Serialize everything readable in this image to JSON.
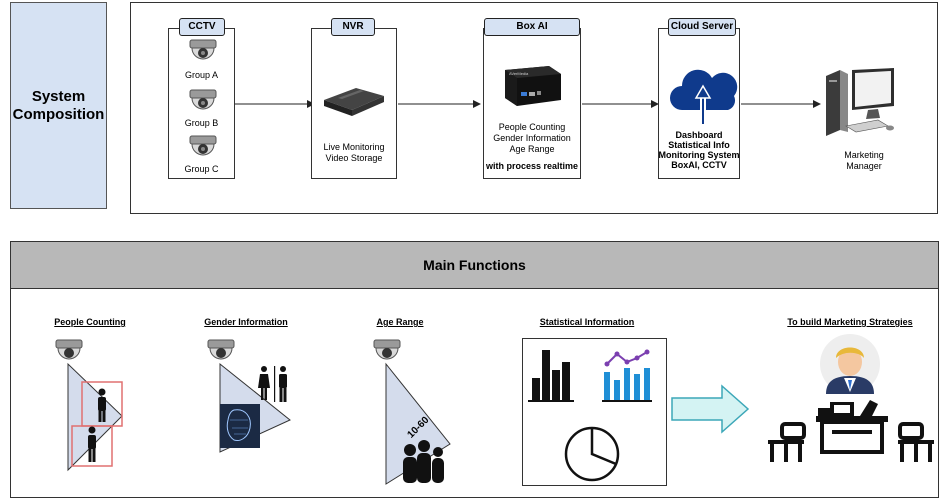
{
  "system_composition": {
    "title": "System Composition",
    "cctv": {
      "tab": "CCTV",
      "groups": [
        "Group A",
        "Group B",
        "Group C"
      ]
    },
    "nvr": {
      "tab": "NVR",
      "lines": [
        "Live Monitoring",
        "Video Storage"
      ]
    },
    "box_ai": {
      "tab": "Box AI",
      "lines": [
        "People Counting",
        "Gender Information",
        "Age Range"
      ],
      "bold_line": "with process realtime",
      "device_brand": "AVerMedia"
    },
    "cloud_server": {
      "tab": "Cloud Server",
      "lines": [
        "Dashboard",
        "Statistical Info",
        "Monitoring System",
        "BoxAI, CCTV"
      ]
    },
    "marketing": {
      "lines": [
        "Marketing",
        "Manager"
      ]
    }
  },
  "main_functions": {
    "title": "Main Functions",
    "people_counting": "People Counting",
    "gender_information": "Gender Information",
    "age_range": "Age Range",
    "age_range_value": "10-60",
    "statistical_information": "Statistical Information",
    "marketing_strategies": "To build Marketing Strategies"
  },
  "colors": {
    "tab_fill": "#d6e2f3",
    "header_fill": "#b8b8b8",
    "cloud_blue": "#0f3a8c",
    "cone_fill": "#d4dcec",
    "arrow_fill": "#d4f3f3",
    "arrow_stroke": "#3ca7b8",
    "box_red": "#e07070"
  }
}
